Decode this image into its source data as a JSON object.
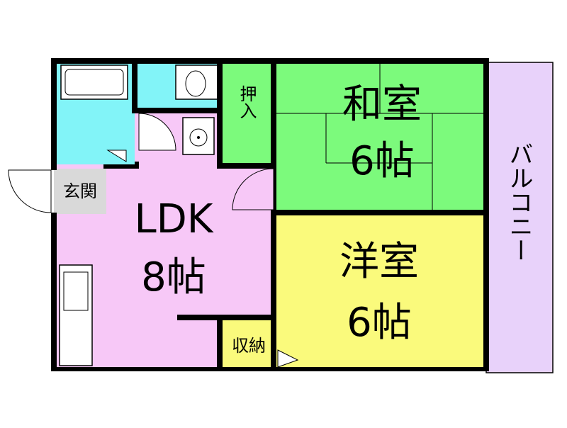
{
  "floorplan": {
    "rooms": {
      "washitsu": {
        "name": "和室",
        "size": "6帖",
        "color": "#7CFA7C"
      },
      "youshitsu": {
        "name": "洋室",
        "size": "6帖",
        "color": "#FAFA7C"
      },
      "ldk": {
        "name": "LDK",
        "size": "8帖",
        "color": "#F7C8F7"
      },
      "balcony": {
        "name": "バルコニー",
        "color": "#E8D2FA"
      },
      "oshiire": {
        "name": "押入",
        "color": "#7CFA7C"
      },
      "shunou": {
        "name": "収納",
        "color": "#FAFA7C"
      },
      "genkan": {
        "name": "玄関",
        "color": "#D9D9D9"
      }
    },
    "colors": {
      "wet_area": "#82F4F8",
      "wall": "#000000",
      "floor": "#F7C8F7"
    }
  }
}
